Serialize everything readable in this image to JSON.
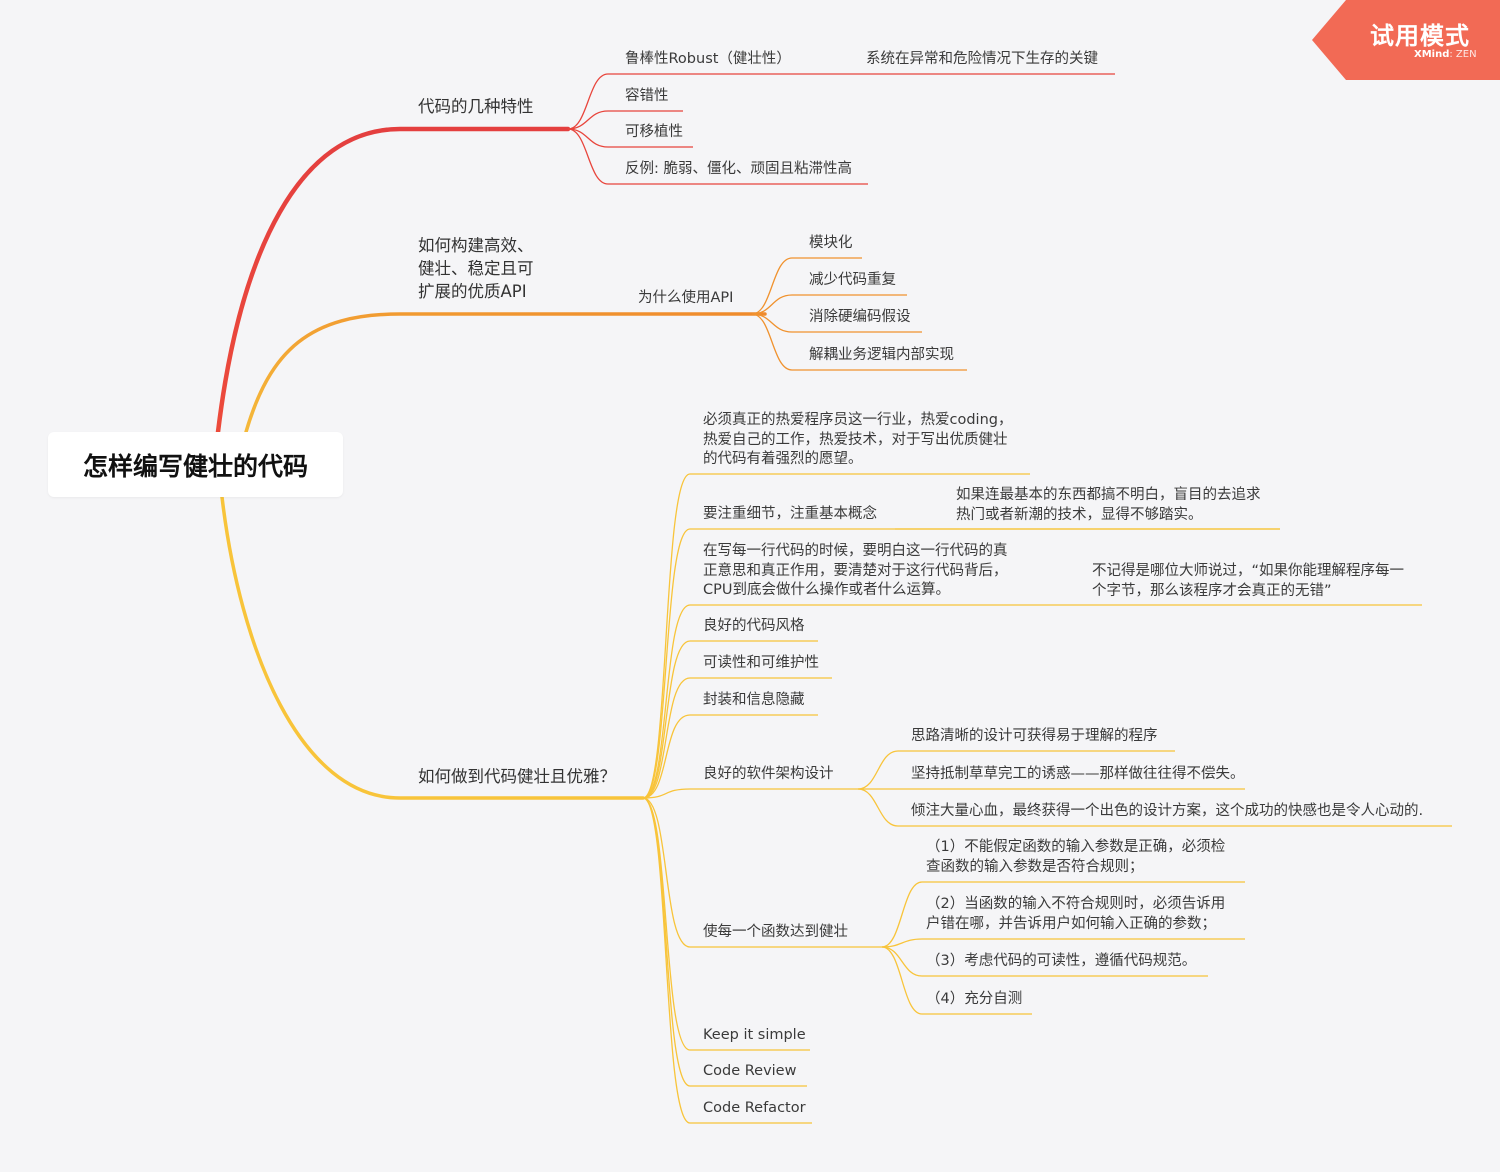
{
  "root": {
    "title": "怎样编写健壮的代码"
  },
  "badge": {
    "label": "试用模式",
    "brand": "XMind",
    "edition": ": ZEN"
  },
  "colors": {
    "branch1": "#e8453c",
    "branch2": "#f0922e",
    "branch3": "#f8c43a",
    "badge": "#f26a55",
    "background": "#f5f5f7"
  },
  "branches": [
    {
      "title": "代码的几种特性",
      "children": [
        {
          "label": "鲁棒性Robust（健壮性）",
          "detail": "系统在异常和危险情况下生存的关键"
        },
        {
          "label": "容错性"
        },
        {
          "label": "可移植性"
        },
        {
          "label": "反例: 脆弱、僵化、顽固且粘滞性高"
        }
      ]
    },
    {
      "title_lines": [
        "如何构建高效、",
        "健壮、稳定且可",
        "扩展的优质API"
      ],
      "sub": "为什么使用API",
      "children": [
        "模块化",
        "减少代码重复",
        "消除硬编码假设",
        "解耦业务逻辑内部实现"
      ]
    },
    {
      "title": "如何做到代码健壮且优雅？",
      "intro_lines": [
        "必须真正的热爱程序员这一行业，热爱coding，",
        "热爱自己的工作，热爱技术，对于写出优质健壮",
        "的代码有着强烈的愿望。"
      ],
      "detail_node": {
        "label": "要注重细节，注重基本概念",
        "note_lines": [
          "如果连最基本的东西都搞不明白，盲目的去追求",
          "热门或者新潮的技术，显得不够踏实。"
        ]
      },
      "line_node": {
        "lines": [
          "在写每一行代码的时候，要明白这一行代码的真",
          "正意思和真正作用，要清楚对于这行代码背后，",
          "CPU到底会做什么操作或者什么运算。"
        ],
        "quote_lines": [
          "不记得是哪位大师说过，“如果你能理解程序每一",
          "个字节，那么该程序才会真正的无错”"
        ]
      },
      "simple_items": [
        "良好的代码风格",
        "可读性和可维护性",
        "封装和信息隐藏"
      ],
      "architecture": {
        "label": "良好的软件架构设计",
        "children": [
          "思路清晰的设计可获得易于理解的程序",
          "坚持抵制草草完工的诱惑——那样做往往得不偿失。",
          "倾注大量心血，最终获得一个出色的设计方案，这个成功的快感也是令人心动的."
        ]
      },
      "functions": {
        "label": "使每一个函数达到健壮",
        "children": [
          [
            "（1）不能假定函数的输入参数是正确，必须检",
            "查函数的输入参数是否符合规则；"
          ],
          [
            "（2）当函数的输入不符合规则时，必须告诉用",
            "户错在哪，并告诉用户如何输入正确的参数；"
          ],
          [
            "（3）考虑代码的可读性，遵循代码规范。"
          ],
          [
            "（4）充分自测"
          ]
        ]
      },
      "tail_items": [
        "Keep it simple",
        "Code Review",
        "Code Refactor"
      ]
    }
  ]
}
